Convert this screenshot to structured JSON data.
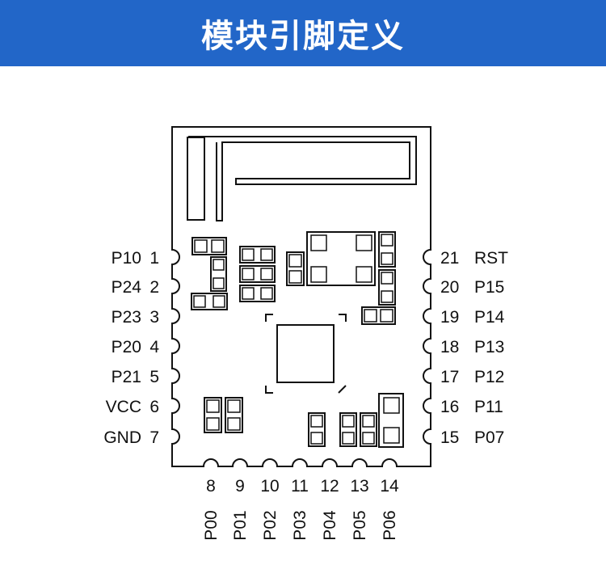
{
  "title": "模块引脚定义",
  "pins": {
    "left": [
      {
        "num": "1",
        "name": "P10"
      },
      {
        "num": "2",
        "name": "P24"
      },
      {
        "num": "3",
        "name": "P23"
      },
      {
        "num": "4",
        "name": "P20"
      },
      {
        "num": "5",
        "name": "P21"
      },
      {
        "num": "6",
        "name": "VCC"
      },
      {
        "num": "7",
        "name": "GND"
      }
    ],
    "bottom": [
      {
        "num": "8",
        "name": "P00"
      },
      {
        "num": "9",
        "name": "P01"
      },
      {
        "num": "10",
        "name": "P02"
      },
      {
        "num": "11",
        "name": "P03"
      },
      {
        "num": "12",
        "name": "P04"
      },
      {
        "num": "13",
        "name": "P05"
      },
      {
        "num": "14",
        "name": "P06"
      }
    ],
    "right": [
      {
        "num": "21",
        "name": "RST"
      },
      {
        "num": "20",
        "name": "P15"
      },
      {
        "num": "19",
        "name": "P14"
      },
      {
        "num": "18",
        "name": "P13"
      },
      {
        "num": "17",
        "name": "P12"
      },
      {
        "num": "16",
        "name": "P11"
      },
      {
        "num": "15",
        "name": "P07"
      }
    ]
  },
  "colors": {
    "banner": "#2266c8",
    "line": "#111111"
  }
}
